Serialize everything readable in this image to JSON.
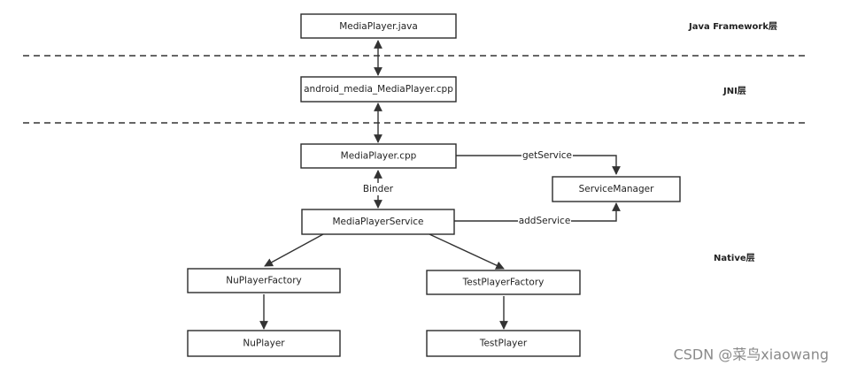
{
  "layers": {
    "java": "Java Framework层",
    "jni": "JNI层",
    "native": "Native层"
  },
  "nodes": {
    "media_player_java": "MediaPlayer.java",
    "jni_cpp": "android_media_MediaPlayer.cpp",
    "media_player_cpp": "MediaPlayer.cpp",
    "service_manager": "ServiceManager",
    "media_player_service": "MediaPlayerService",
    "nuplayer_factory": "NuPlayerFactory",
    "testplayer_factory": "TestPlayerFactory",
    "nuplayer": "NuPlayer",
    "testplayer": "TestPlayer"
  },
  "edges": {
    "binder": "Binder",
    "get_service": "getService",
    "add_service": "addService"
  },
  "watermark": "CSDN @菜鸟xiaowang"
}
